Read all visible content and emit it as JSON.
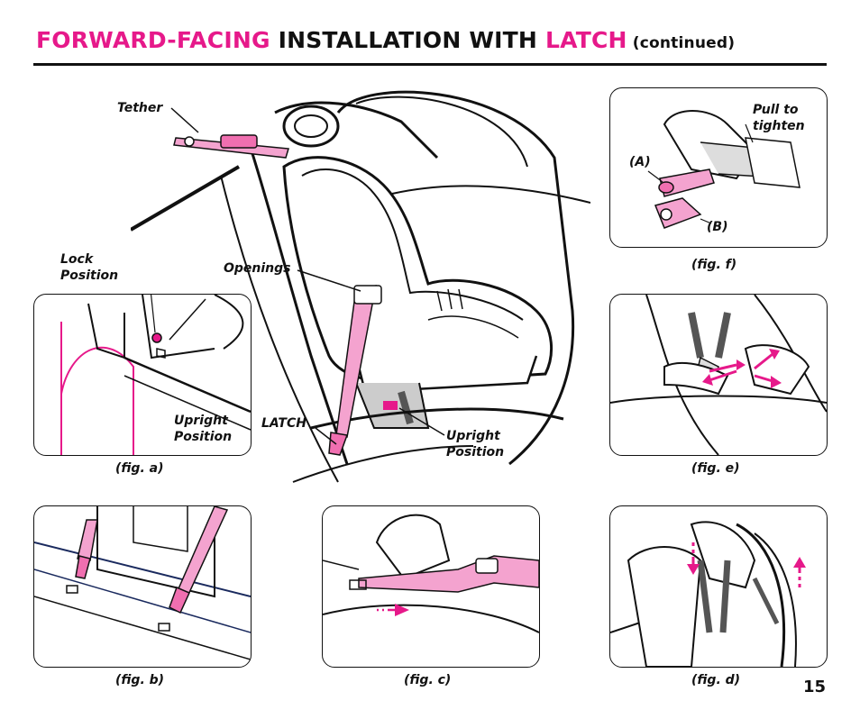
{
  "title": {
    "part1": "FORWARD-FACING",
    "part2": " INSTALLATION WITH ",
    "part3": "LATCH",
    "part4": " (continued)"
  },
  "colors": {
    "accent": "#e6198a",
    "ink": "#111111"
  },
  "main_figure": {
    "tether": "Tether",
    "openings": "Openings",
    "latch": "LATCH",
    "upright_line1": "Upright",
    "upright_line2": "Position"
  },
  "fig_a": {
    "caption": "(fig. a)",
    "lock_line1": "Lock",
    "lock_line2": "Position",
    "upright_line1": "Upright",
    "upright_line2": "Position"
  },
  "fig_b": {
    "caption": "(fig. b)"
  },
  "fig_c": {
    "caption": "(fig. c)"
  },
  "fig_d": {
    "caption": "(fig. d)"
  },
  "fig_e": {
    "caption": "(fig. e)"
  },
  "fig_f": {
    "caption": "(fig. f)",
    "pull_line1": "Pull to",
    "pull_line2": "tighten",
    "a_label": "(A)",
    "b_label": "(B)"
  },
  "page_number": "15"
}
